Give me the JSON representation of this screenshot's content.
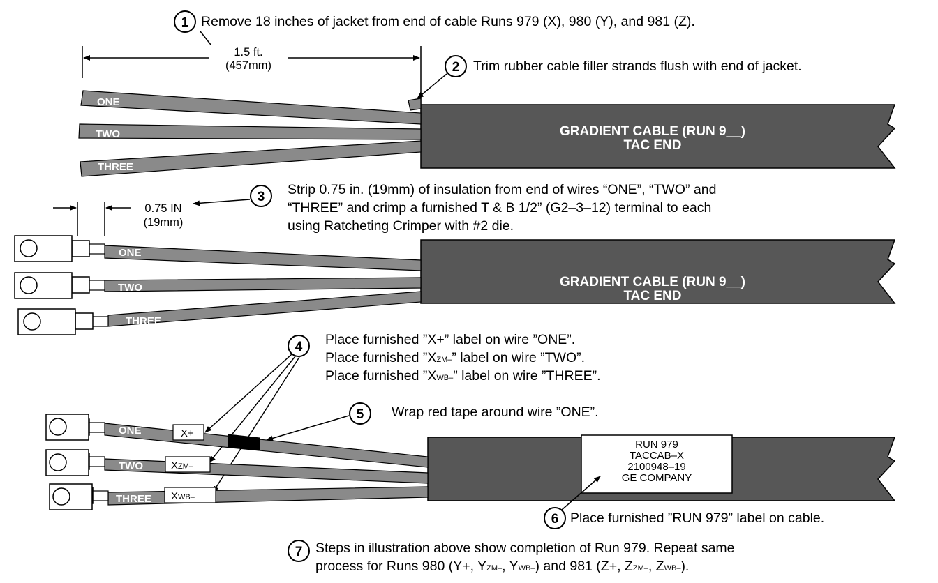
{
  "steps": [
    {
      "num": "1",
      "text": "Remove 18 inches of jacket from end of cable Runs 979 (X), 980 (Y), and 981 (Z)."
    },
    {
      "num": "2",
      "text": "Trim rubber cable filler strands flush with end of jacket."
    },
    {
      "num": "3",
      "lines": [
        "Strip 0.75 in. (19mm) of insulation from end of wires “ONE”, “TWO” and",
        "“THREE” and crimp a furnished T & B 1/2” (G2–3–12) terminal to each",
        "using Ratcheting Crimper with #2 die."
      ]
    },
    {
      "num": "4",
      "lines": [
        {
          "a": "Place furnished ”X+” label on wire ”ONE”."
        },
        {
          "a": "Place furnished ”X",
          "sub": "ZM–",
          "b": "” label on wire ”TWO”."
        },
        {
          "a": "Place furnished ”X",
          "sub": "WB–",
          "b": "” label on wire ”THREE”."
        }
      ]
    },
    {
      "num": "5",
      "text": "Wrap red tape around wire ”ONE”."
    },
    {
      "num": "6",
      "text": "Place furnished ”RUN 979” label on cable."
    },
    {
      "num": "7",
      "lines": [
        "Steps in illustration above show completion of Run 979.  Repeat same",
        "process for Runs 980 (Y+, Y|ZM–|, Y|WB–|) and 981 (Z+, Z|ZM–|, Z|WB–|)."
      ]
    }
  ],
  "dimensions": {
    "jacket_length": "1.5 ft.",
    "jacket_length_metric": "(457mm)",
    "strip_length": "0.75 IN",
    "strip_length_metric": "(19mm)"
  },
  "cable": {
    "line1": "GRADIENT CABLE (RUN 9__)",
    "line2": "TAC END"
  },
  "wires": [
    "ONE",
    "TWO",
    "THREE"
  ],
  "wire_tags": {
    "one": {
      "main": "X+",
      "sub": ""
    },
    "two": {
      "main": "X",
      "sub": "ZM–"
    },
    "three": {
      "main": "X",
      "sub": "WB–"
    }
  },
  "run_label": [
    "RUN 979",
    "TACCAB–X",
    "2100948–19",
    "GE COMPANY"
  ],
  "colors": {
    "cable": "#575757",
    "wire": "#8a8a8a",
    "tape": "#000000",
    "ink": "#000000"
  }
}
